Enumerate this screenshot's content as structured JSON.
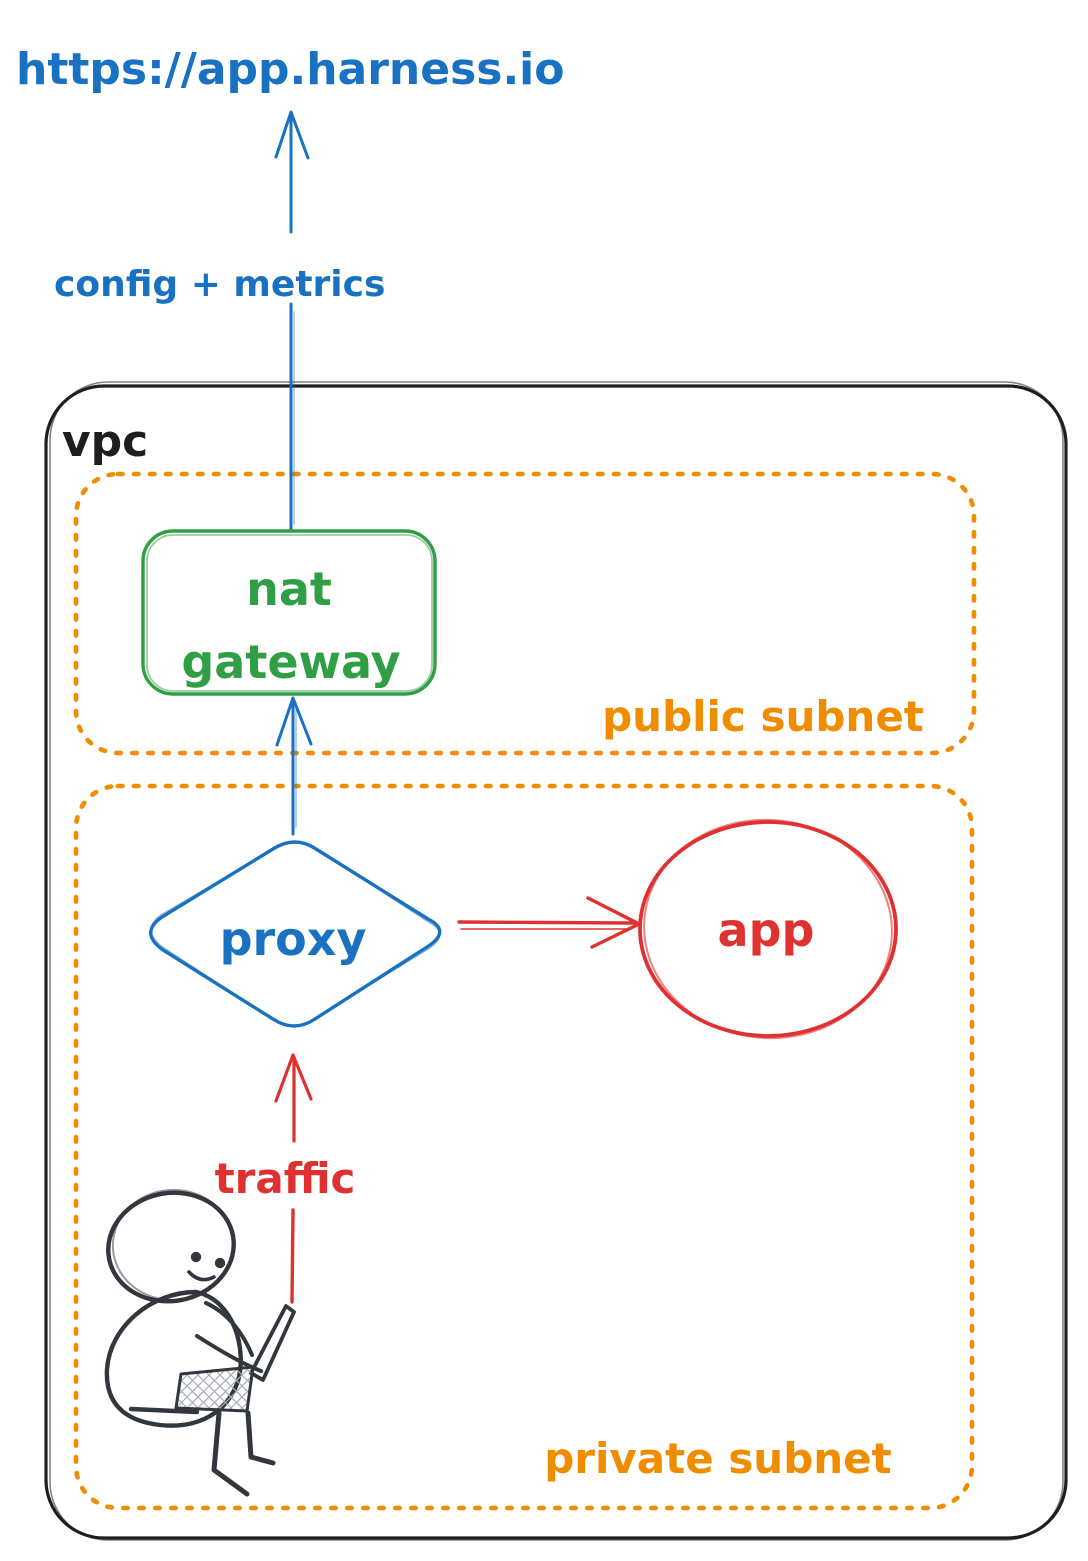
{
  "diagram": {
    "title_url": "https://app.harness.io",
    "labels": {
      "config_metrics": "config + metrics",
      "vpc": "vpc",
      "nat_line1": "nat",
      "nat_line2": "gateway",
      "public_subnet": "public subnet",
      "proxy": "proxy",
      "app": "app",
      "traffic": "traffic",
      "private_subnet": "private subnet"
    },
    "colors": {
      "blue": "#1971c2",
      "green": "#2f9e44",
      "orange": "#f08c00",
      "red": "#e03131",
      "ink": "#1e1e1e",
      "person": "#32363d",
      "background": "#ffffff"
    },
    "relationships": [
      {
        "from": "user-laptop",
        "to": "proxy",
        "label": "traffic",
        "color": "red"
      },
      {
        "from": "proxy",
        "to": "app",
        "label": "",
        "color": "red"
      },
      {
        "from": "proxy",
        "to": "nat gateway",
        "label": "",
        "color": "blue"
      },
      {
        "from": "nat gateway",
        "to": "https://app.harness.io",
        "label": "config + metrics",
        "color": "blue"
      }
    ],
    "containers": [
      {
        "name": "vpc",
        "children": [
          "public subnet",
          "private subnet"
        ]
      },
      {
        "name": "public subnet",
        "children": [
          "nat gateway"
        ]
      },
      {
        "name": "private subnet",
        "children": [
          "proxy",
          "app",
          "user-figure"
        ]
      }
    ]
  }
}
